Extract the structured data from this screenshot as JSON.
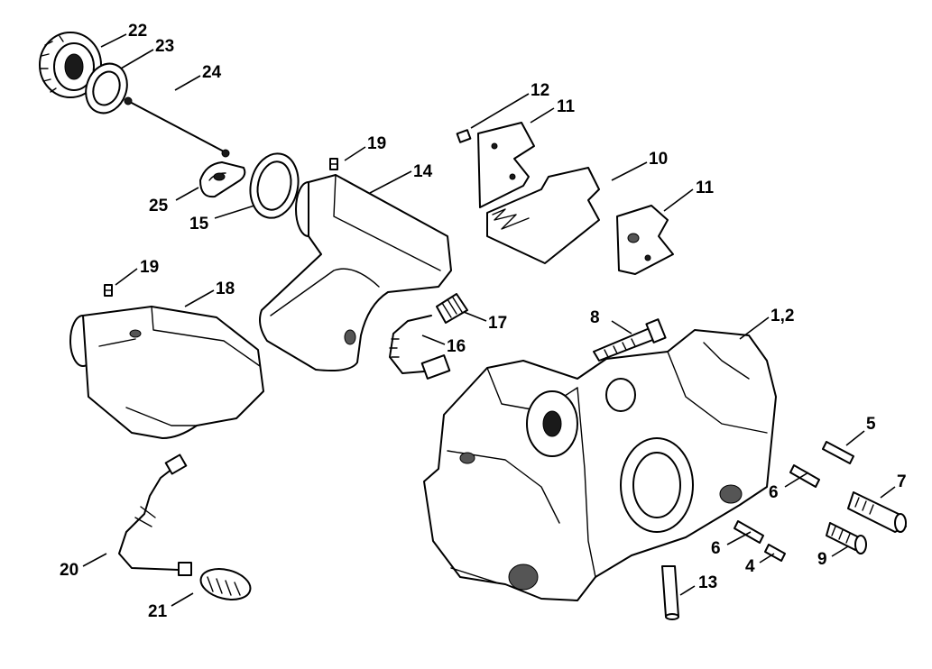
{
  "labels": {
    "p22": "22",
    "p23": "23",
    "p24": "24",
    "p25": "25",
    "p15": "15",
    "p19a": "19",
    "p14": "14",
    "p12": "12",
    "p11a": "11",
    "p10": "10",
    "p11b": "11",
    "p19b": "19",
    "p18": "18",
    "p17": "17",
    "p16": "16",
    "p8": "8",
    "p1_2": "1,2",
    "p5": "5",
    "p6a": "6",
    "p7": "7",
    "p6b": "6",
    "p4": "4",
    "p9": "9",
    "p13": "13",
    "p20": "20",
    "p21": "21"
  }
}
